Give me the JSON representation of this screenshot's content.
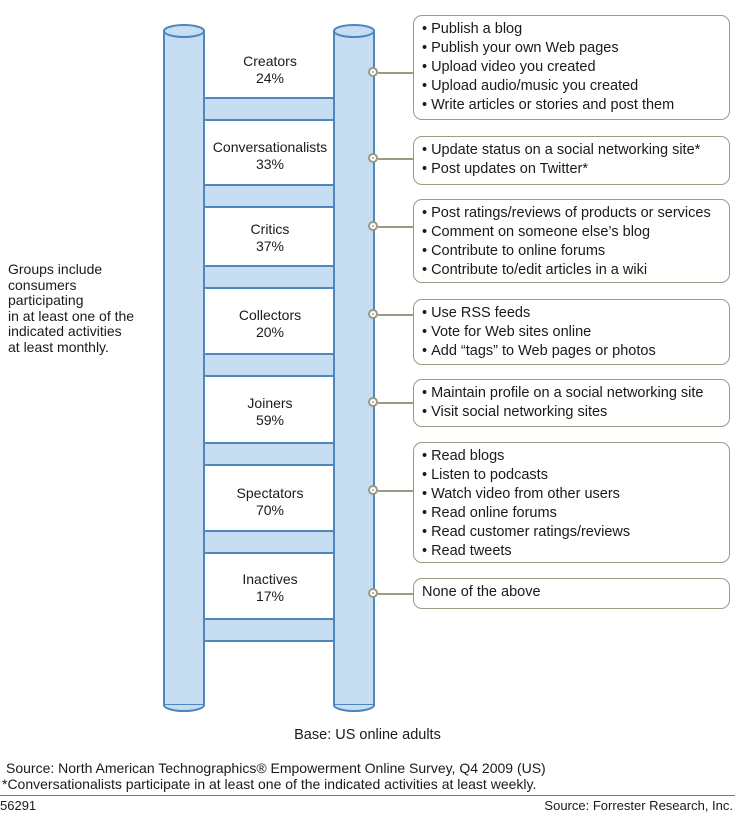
{
  "groups": [
    {
      "name": "Creators",
      "percent": "24%",
      "activities": [
        "Publish a blog",
        "Publish your own Web pages",
        "Upload video you created",
        "Upload audio/music you created",
        "Write articles or stories and post them"
      ]
    },
    {
      "name": "Conversationalists",
      "percent": "33%",
      "activities": [
        "Update status on a social networking site*",
        "Post updates on Twitter*"
      ]
    },
    {
      "name": "Critics",
      "percent": "37%",
      "activities": [
        "Post ratings/reviews of products or services",
        "Comment on someone else’s blog",
        "Contribute to online forums",
        "Contribute to/edit articles in a wiki"
      ]
    },
    {
      "name": "Collectors",
      "percent": "20%",
      "activities": [
        "Use RSS feeds",
        "Vote for Web sites online",
        "Add “tags” to Web pages or photos"
      ]
    },
    {
      "name": "Joiners",
      "percent": "59%",
      "activities": [
        "Maintain profile on a social networking site",
        "Visit social networking sites"
      ]
    },
    {
      "name": "Spectators",
      "percent": "70%",
      "activities": [
        "Read blogs",
        "Listen to podcasts",
        "Watch video from other users",
        "Read online forums",
        "Read customer ratings/reviews",
        "Read tweets"
      ]
    },
    {
      "name": "Inactives",
      "percent": "17%",
      "activities": [
        "None of the above"
      ]
    }
  ],
  "side_note": [
    "Groups include",
    "consumers",
    "participating",
    "in at least one of the",
    "indicated activities",
    "at least monthly."
  ],
  "base": "Base: US online adults",
  "source": "Source: North American Technographics® Empowerment Online Survey, Q4 2009 (US)",
  "footnote": "*Conversationalists participate in at least one of  the indicated activities at least weekly.",
  "code": "56291",
  "credit": "Source: Forrester Research, Inc.",
  "colors": {
    "ladder_fill": "#c7def2",
    "ladder_stroke": "#4f86c0",
    "connector": "#9a9a86"
  }
}
